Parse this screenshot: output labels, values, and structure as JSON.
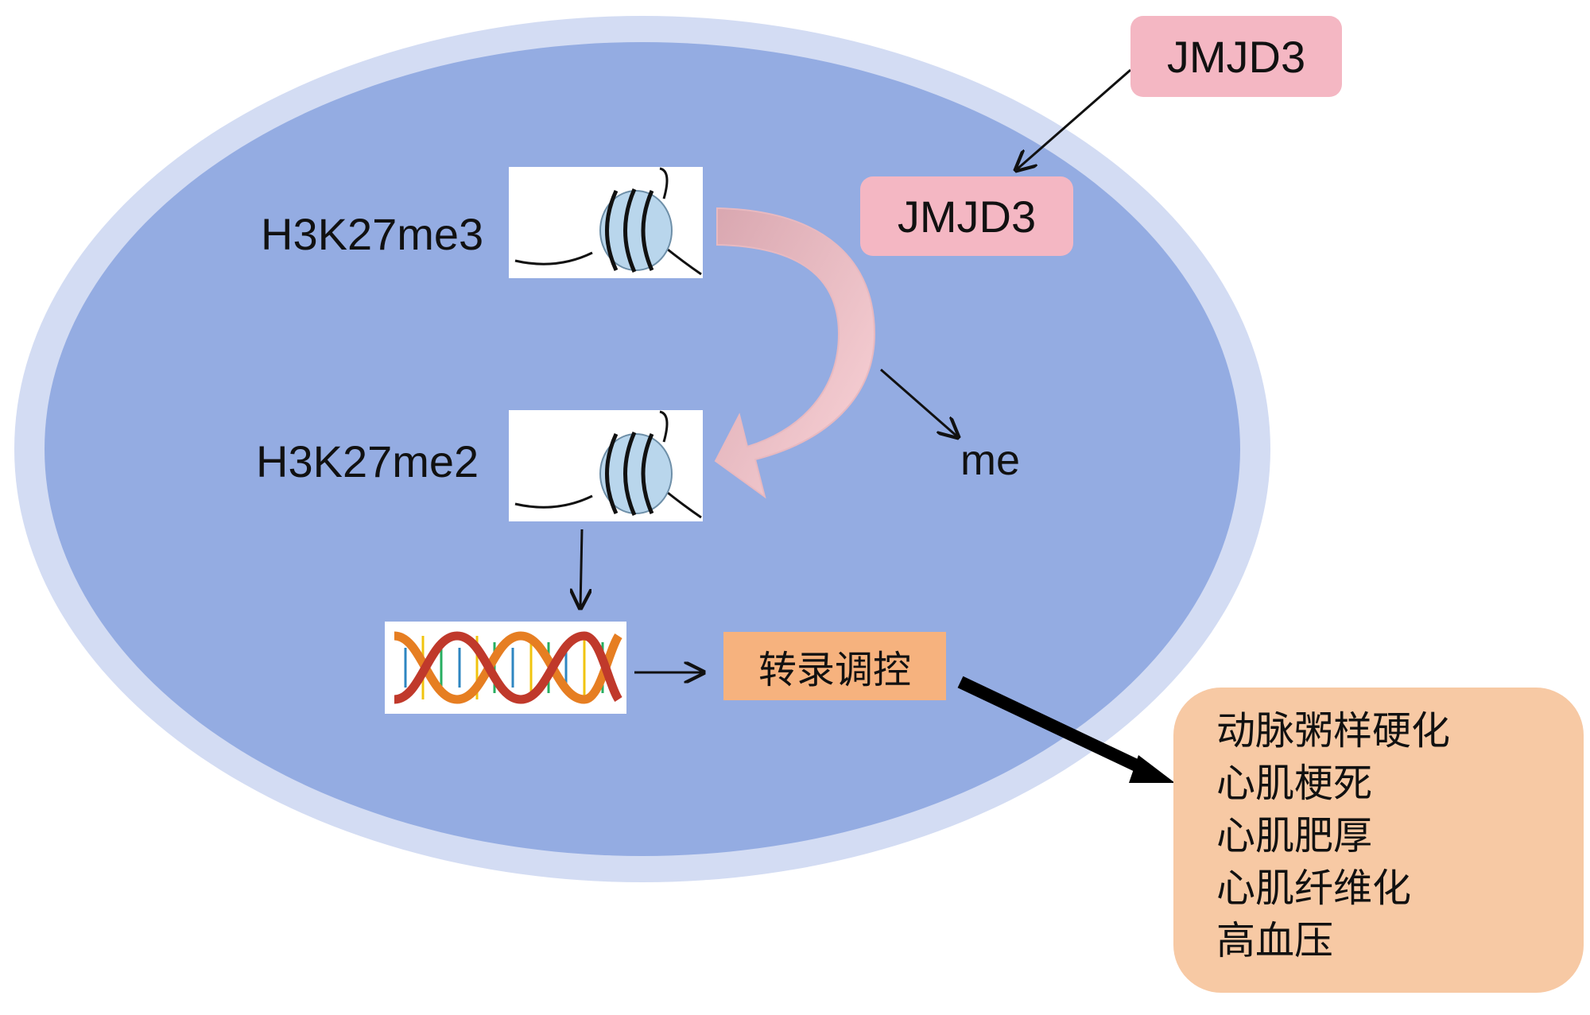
{
  "labels": {
    "h3k27me3": "H3K27me3",
    "h3k27me2": "H3K27me2",
    "me": "me",
    "jmjd3_outside": "JMJD3",
    "jmjd3_inside": "JMJD3",
    "transcription": "转录调控"
  },
  "diseases": [
    "动脉粥样硬化",
    "心肌梗死",
    "心肌肥厚",
    "心肌纤维化",
    "高血压"
  ],
  "colors": {
    "cell_outer": "#d3dcf3",
    "cell_inner": "#94ace2",
    "jmjd3_box": "#f4b7c3",
    "curved_arrow": "#f2c0c6",
    "transcription_box": "#f6b27e",
    "disease_box": "#f7c9a4",
    "nucleosome": "#b9d6ec"
  }
}
